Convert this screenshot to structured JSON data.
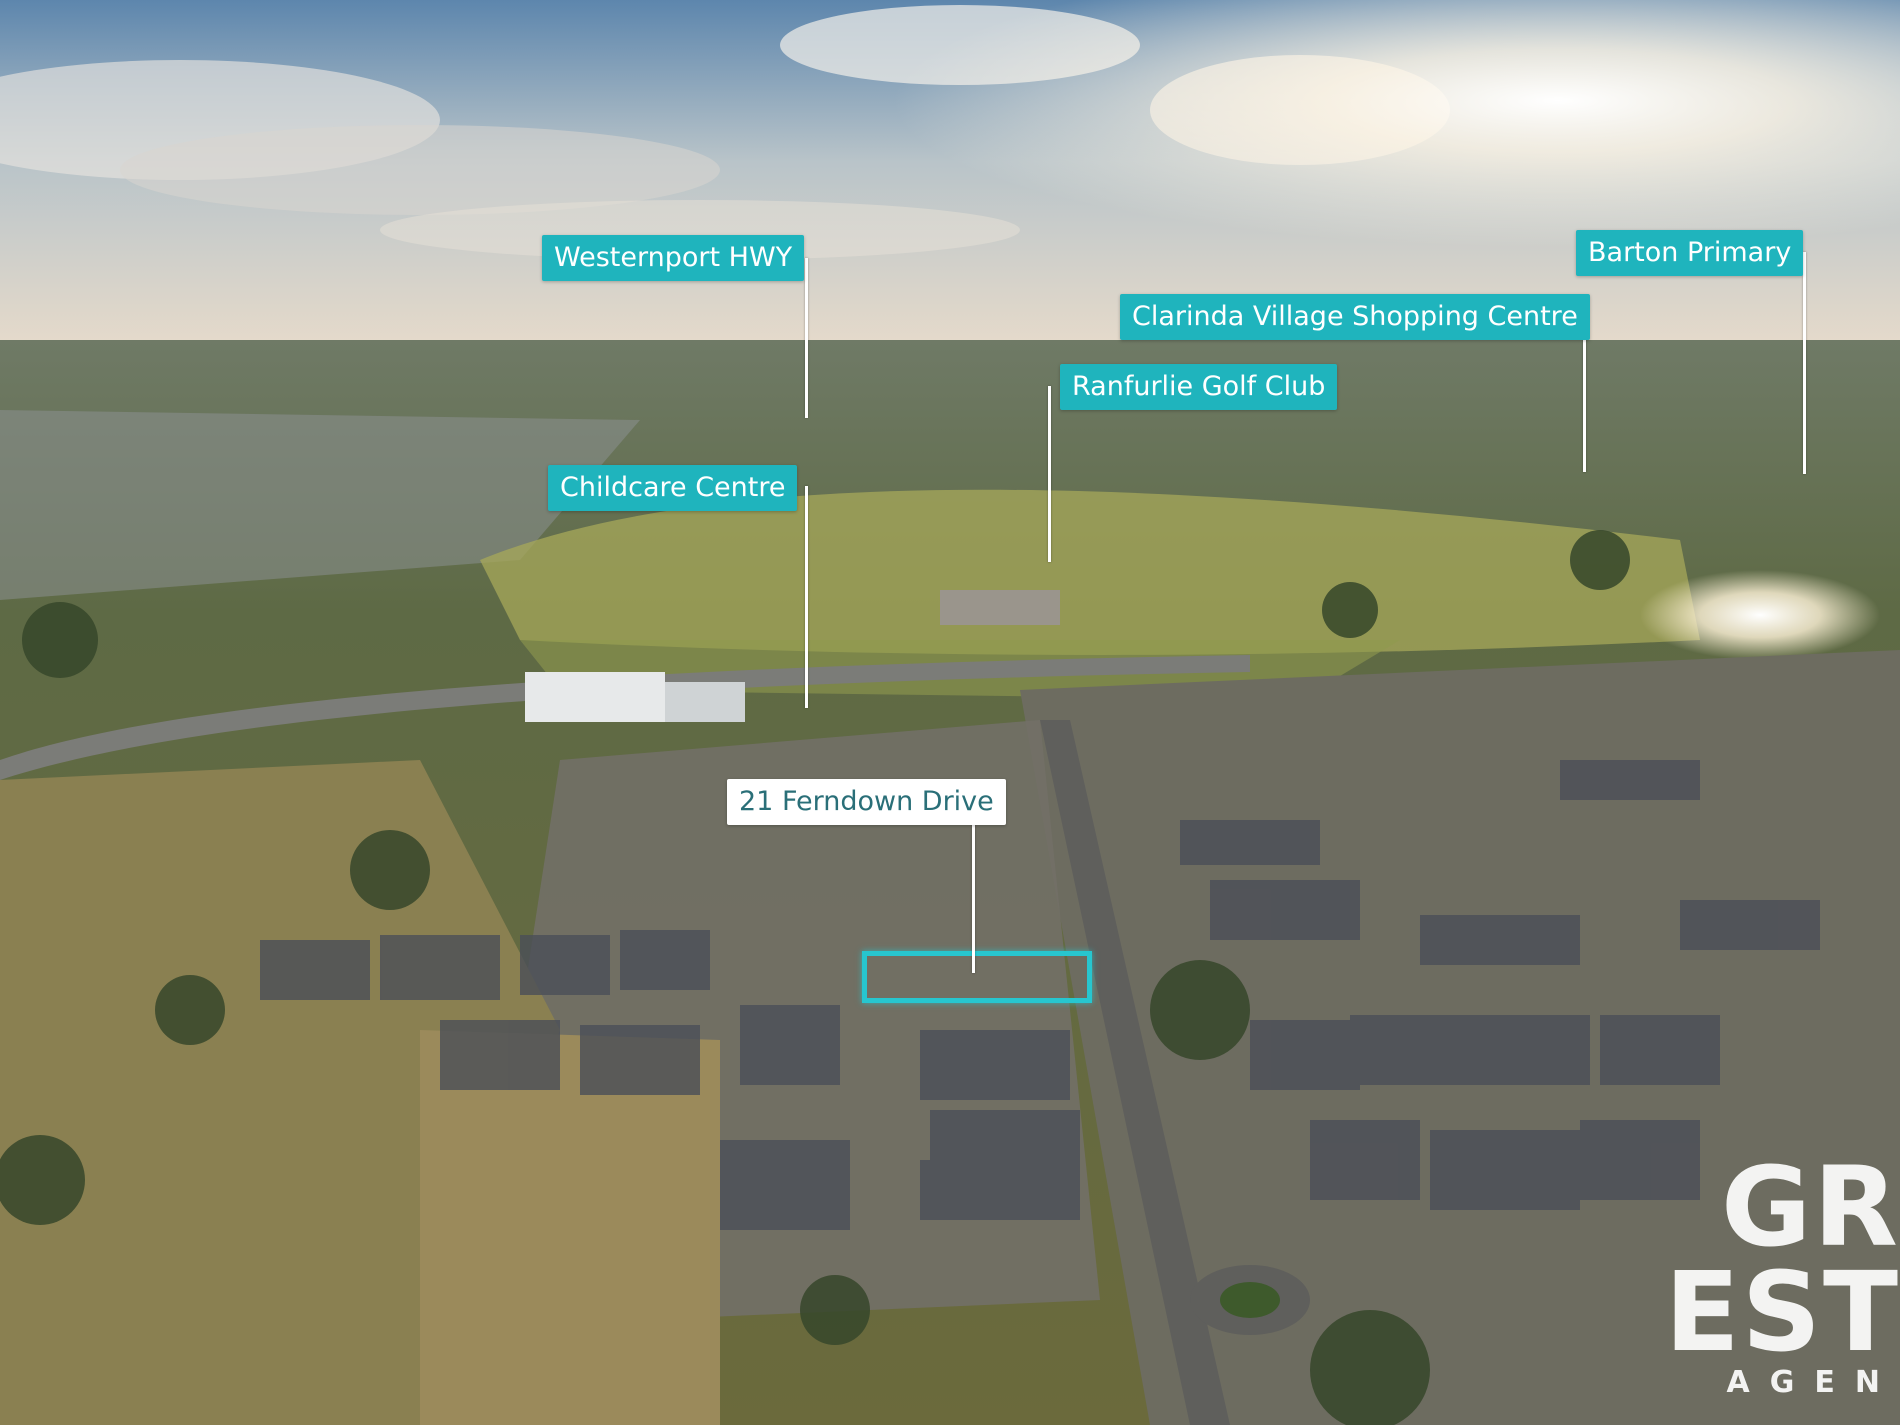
{
  "labels": {
    "westernport": "Westernport HWY",
    "barton": "Barton Primary",
    "clarinda": "Clarinda Village Shopping Centre",
    "ranfurlie": "Ranfurlie Golf Club",
    "childcare": "Childcare Centre",
    "property": "21 Ferndown Drive"
  },
  "brand": {
    "line1": "GR",
    "line2": "EST",
    "line3": "AGEN"
  },
  "colors": {
    "label_bg": "#1fb4bd",
    "highlight": "#27c6cf",
    "property_label_bg": "#ffffff",
    "property_label_text": "#2a6f78"
  }
}
